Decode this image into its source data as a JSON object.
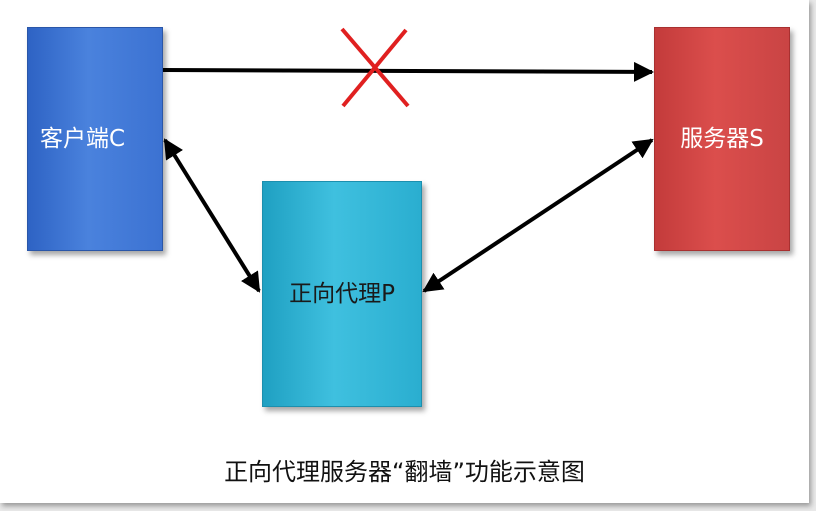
{
  "nodes": {
    "client": {
      "label": "客户端C",
      "color": "#3c72d2"
    },
    "server": {
      "label": "服务器S",
      "color": "#d04747"
    },
    "proxy": {
      "label": "正向代理P",
      "color": "#2fb4d6"
    }
  },
  "edges": [
    {
      "from": "client",
      "to": "server",
      "type": "one-way",
      "blocked": true
    },
    {
      "from": "client",
      "to": "proxy",
      "type": "two-way",
      "blocked": false
    },
    {
      "from": "proxy",
      "to": "server",
      "type": "two-way",
      "blocked": false
    }
  ],
  "block_mark": {
    "icon": "red-cross-icon",
    "color": "#e02020"
  },
  "caption": "正向代理服务器“翻墙”功能示意图"
}
